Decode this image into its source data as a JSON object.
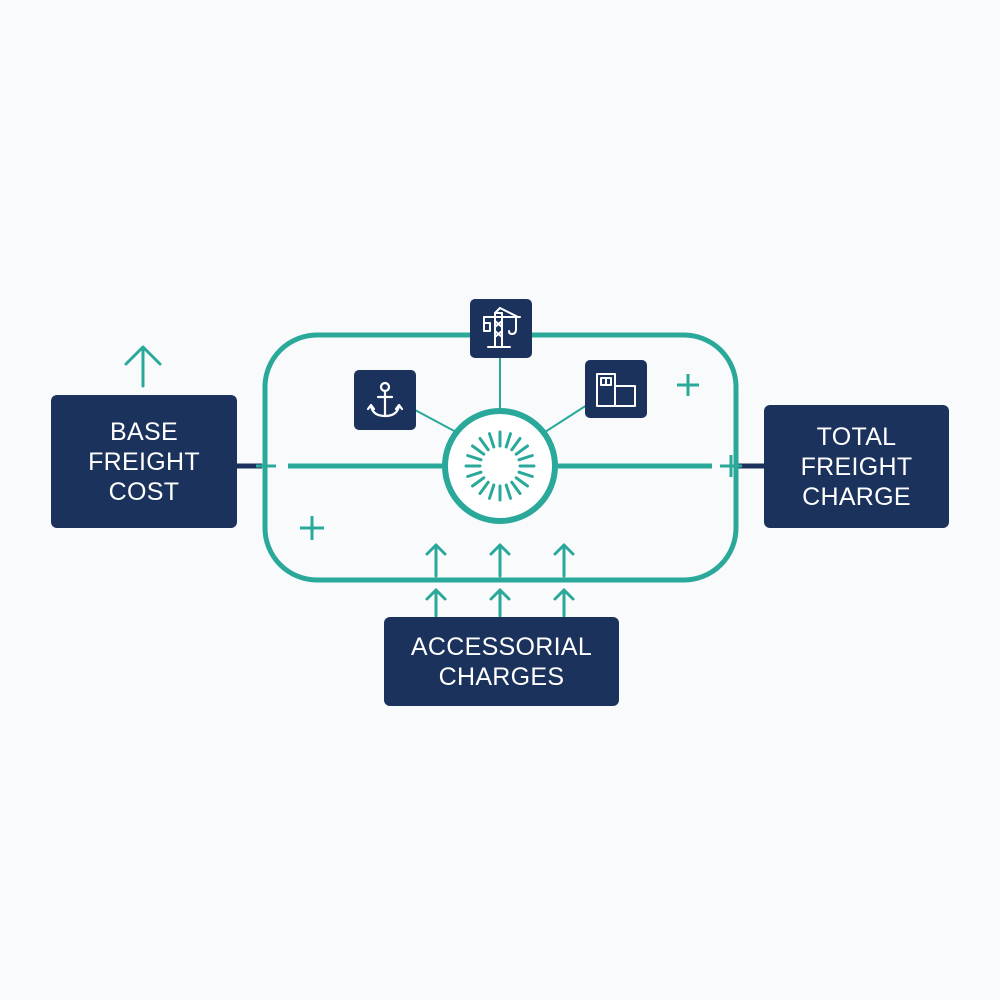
{
  "nodes": {
    "base": {
      "line1": "BASE",
      "line2": "FREIGHT",
      "line3": "COST"
    },
    "total": {
      "line1": "TOTAL",
      "line2": "FREIGHT",
      "line3": "CHARGE"
    },
    "accessorial": {
      "line1": "ACCESSORIAL",
      "line2": "CHARGES"
    }
  },
  "icons": [
    "crane-icon",
    "anchor-icon",
    "container-icon",
    "sunburst-icon",
    "plus-icon",
    "up-arrow-icon"
  ],
  "colors": {
    "navy": "#1b325d",
    "teal": "#2aa99a",
    "background": "#f8fafb"
  }
}
